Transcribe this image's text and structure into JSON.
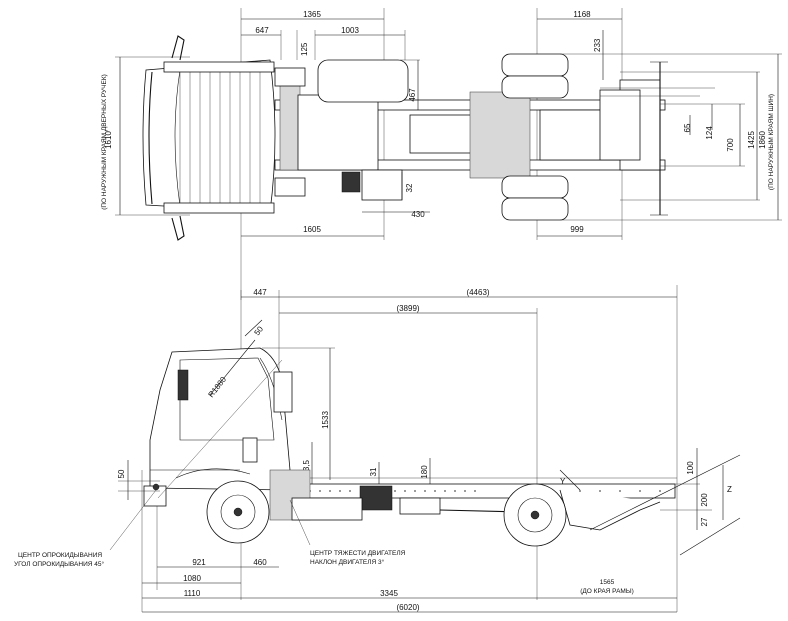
{
  "top_view": {
    "dims": {
      "d1365": "1365",
      "d647": "647",
      "d1003": "1003",
      "d1168": "1168",
      "d125": "125",
      "d233": "233",
      "d467": "467",
      "d65": "65",
      "d124": "124",
      "d700": "700",
      "d1425": "1425",
      "d1860": "1860",
      "d1610": "1610",
      "d32": "32",
      "d430": "430",
      "d1605": "1605",
      "d999": "999"
    },
    "left_note": "(ПО НАРУЖНЫМ КРАЯМ ДВЕРНЫХ РУЧЕК)",
    "right_note": "(ПО НАРУЖНЫМ КРАЯМ ШИН)"
  },
  "side_view": {
    "dims": {
      "d447": "447",
      "d4463": "(4463)",
      "d3899": "(3899)",
      "d50a": "50",
      "r1880": "R1880",
      "d1533": "1533",
      "d50b": "50",
      "d193": "193,5",
      "d31": "31",
      "d180": "180",
      "d100": "100",
      "z": "Z",
      "y": "Y",
      "d200": "200",
      "d27": "27",
      "d921": "921",
      "d460": "460",
      "d1080": "1080",
      "d1110": "1110",
      "d3345": "3345",
      "d1565": "1565",
      "frame_edge": "(ДО КРАЯ РАМЫ)",
      "d6020": "(6020)"
    },
    "notes": {
      "tilt_center": "ЦЕНТР ОПРОКИДЫВАНИЯ",
      "tilt_angle": "УГОЛ ОПРОКИДЫВАНИЯ 45°",
      "engine_cg": "ЦЕНТР ТЯЖЕСТИ ДВИГАТЕЛЯ",
      "engine_tilt": "НАКЛОН ДВИГАТЕЛЯ 3°"
    }
  }
}
